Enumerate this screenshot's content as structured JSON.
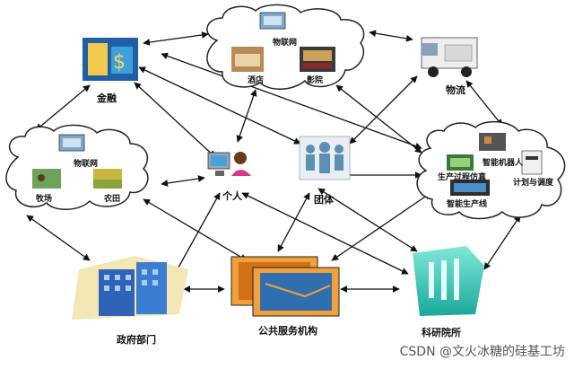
{
  "nodes": {
    "finance": "金融",
    "iot_top": "物联网",
    "hotel": "酒店",
    "cinema": "影院",
    "logistics": "物流",
    "iot_left": "物联网",
    "pasture": "牧场",
    "farmland": "农田",
    "individual": "个人",
    "group": "团体",
    "robot": "智能机器人",
    "process_sim": "生产过程仿真",
    "plan": "计划与调度",
    "smart_line": "智能生产线",
    "government": "政府部门",
    "public_service": "公共服务机构",
    "research": "科研院所"
  },
  "watermark": "CSDN @文火冰糖的硅基工坊"
}
